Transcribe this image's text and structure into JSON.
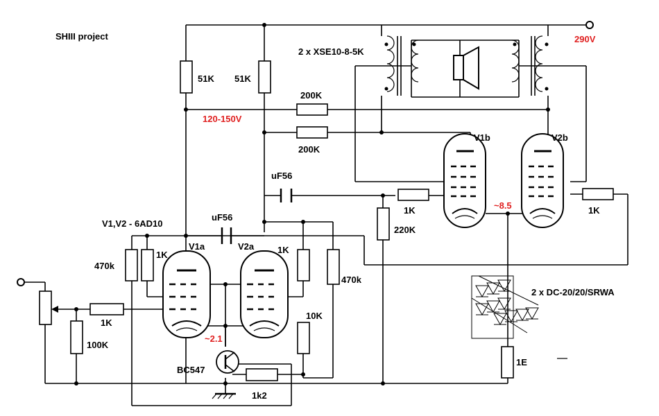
{
  "title": "SHIII project",
  "supply_voltage": "290V",
  "mid_voltage": "120-150V",
  "transformers": "2 x XSE10-8-5K",
  "tubes_note": "V1,V2 - 6AD10",
  "diodes_note": "2 x DC-20/20/SRWA",
  "bias_v1": "~2.1",
  "bias_v2": "~8.5",
  "labels": {
    "V1a": "V1a",
    "V2a": "V2a",
    "V1b": "V1b",
    "V2b": "V2b",
    "r51k_a": "51K",
    "r51k_b": "51K",
    "r200k_a": "200K",
    "r200k_b": "200K",
    "cap_top": "uF56",
    "cap_mid": "uF56",
    "r1k_grid_b1": "1K",
    "r220k": "220K",
    "r1k_grid_b2": "1K",
    "r470k_left": "470k",
    "r1k_left": "1K",
    "r1k_right": "1K",
    "r470k_right": "470k",
    "r1k_input": "1K",
    "r100k": "100K",
    "r10k": "10K",
    "transistor": "BC547",
    "r1k2": "1k2",
    "r1e": "1E"
  },
  "colors": {
    "wire": "#000000",
    "accent_red": "#e02020",
    "background": "#ffffff"
  }
}
